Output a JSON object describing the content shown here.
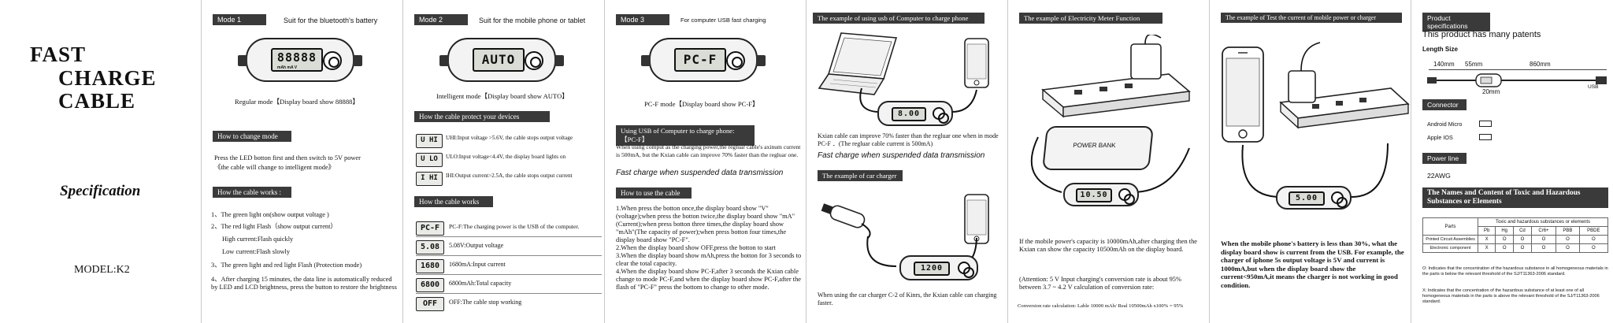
{
  "cover": {
    "title_line1": "FAST",
    "title_line2": "CHARGE",
    "title_line3": "CABLE",
    "specification": "Specification",
    "model": "MODEL:K2"
  },
  "mode1": {
    "label": "Mode 1",
    "title": "Suit for the bluetooth's battery",
    "display": "88888",
    "display_units": "mAh  mA  V",
    "caption": "Regular mode【Display board show 88888】",
    "change_header": "How to change mode",
    "change_text_1": "Press the LED botton first and then switch to 5V power",
    "change_text_2": "《the cable will change to intelligent mode》",
    "works_header": "How the cable works :",
    "works_items": [
      "1、The green light on(show output voltage )",
      "2、The red light Flash（show output current）",
      "High current:Flash quickly",
      "Low current:Flash slowly",
      "3、The green light and red light Flash (Protection mode)",
      "4、After charging 15 minutes, the data line is automatically reduced by LED and LCD brightness, press the button to restore the brightness"
    ]
  },
  "mode2": {
    "label": "Mode 2",
    "title": "Suit for the mobile phone or tablet",
    "display": "AUTO",
    "caption": "Intelligent mode【Display board show AUTO】",
    "protect_header": "How the cable protect your devices",
    "protect_items": [
      {
        "code": "U  HI",
        "text": "UHI:Input voltage >5.6V, the cable stops output voltage"
      },
      {
        "code": "U  LO",
        "text": "ULO:Input voltage<4.4V, the display board lights on"
      },
      {
        "code": "I  HI",
        "text": "IHI:Output current>2.5A, the cable stops output current"
      }
    ],
    "works_header": "How the cable works",
    "works_items": [
      {
        "code": "PC-F",
        "text": "PC-F:The charging power is the USB of the computer."
      },
      {
        "code": "5.08",
        "text": "5.08V:Output voltage"
      },
      {
        "code": "1680",
        "text": "1680mA:Input current"
      },
      {
        "code": "6800",
        "text": "6800mAh:Total capacity"
      },
      {
        "code": "OFF",
        "text": "OFF:The cable stop working"
      }
    ]
  },
  "mode3": {
    "label": "Mode 3",
    "title": "For  computer USB fast charging",
    "display": "PC-F",
    "caption": "PC-F mode【Display board show PC-F】",
    "usb_header": "Using USB of Computer to charge phone:【PC-F】",
    "usb_text": "When using comput as the charging power,the regluar cable's axinum current is 500mA, but the Kxian cable can improve 70% faster than the regluar one.",
    "usb_italic": "Fast charge when suspended data transmission",
    "howto_header": "How to use the cable",
    "howto_text": [
      "1.When press the botton once,the display board show \"V\"(voltage);when press the botton twice,the display board show \"mA\"(Current);when press botton three times,the display board show \"mAh\"(The capacity of power);when press botton four times,the display board show \"PC-F\".",
      "2.When the display board show OFF,press the botton to start",
      "3.When the display board show mAh,press the botton for 3 seconds to clear the total capacity.",
      "4.When the display board show PC-F,after 3 seconds the Kxian cable change to mode PC-F,and when the display board show PC-F,after the flash of \"PC-F\" press the bottom to change to other mode."
    ]
  },
  "computer": {
    "header": "The example of using usb of Computer to charge phone",
    "display": "8.00",
    "text": "Kxian cable can improve 70% faster than the regluar one when in mode PC-F ．(The regluar cable current is 500mA)",
    "italic": "Fast charge when suspended data transmission",
    "car_header": "The example of car charger",
    "car_display": "1200",
    "car_text": "When using the car charger C-2 of Kinrs, the Kxian cable can charging faster."
  },
  "meter": {
    "header": "The example of Electricity Meter Function",
    "powerbank_label": "POWER BANK",
    "display": "10.50",
    "text1": "If the mobile power's capacity is 10000mAh,after charging then the Kxian can show  the capacity 10500mAh on the display board.",
    "text2": "(Attention: 5 V Input charging's conversion rate is about 95% between 3.7 ~ 4.2 V calculation of conversion rate:",
    "text3": "Conversion rate calculation: Lable 10000 mAh/ Real 10500mAh x100% = 95%"
  },
  "test": {
    "header": "The example of Test the current of mobile power or charger",
    "display": "5.00",
    "text": "When the mobile phone's battery is less than 30%, what the display board show is current from the USB. For example, the charger of iphone 5s output voltage is 5V and current is 1000mA,but when the display board show the current<950mA,it means the charger is not working in good condition."
  },
  "spec": {
    "product_header": "Product  specifications",
    "patents": "This product has many patents",
    "length_label": "Length Size",
    "len_140": "140mm",
    "len_55": "55mm",
    "len_860": "860mm",
    "len_20": "20mm",
    "usb_label": "USB",
    "connector_header": "Connector",
    "connector_android": "Android Micro",
    "connector_apple": "Apple IOS",
    "powerline_header": "Power line",
    "awg": "22AWG",
    "toxic_header_1": "The Names and Content of Toxic and Hazardous",
    "toxic_header_2": "Substances or Elements",
    "table_parts": "Parts",
    "table_group": "Toxic and hazardous substances or elements",
    "table_cols": [
      "Pb",
      "Hg",
      "Cd",
      "Cr6+",
      "PBB",
      "PBDE"
    ],
    "table_rows": [
      {
        "name": "Printed Circuit Assemblies",
        "cells": [
          "X",
          "O",
          "O",
          "O",
          "O",
          "O"
        ]
      },
      {
        "name": "Electronic component",
        "cells": [
          "X",
          "O",
          "O",
          "O",
          "O",
          "O"
        ]
      }
    ],
    "note_o": "O: Indicates that the concentration of the hazardous substance in all homogeneous materials in the parts is below the relevant threshold of the SJ/T11363-2006 standard.",
    "note_x": "X: Indicates that the concentration of the hazardous substance of at least one of all homogeneous materials in the parts is above the relevant threshold of the SJ/T11363-2006 standard."
  }
}
